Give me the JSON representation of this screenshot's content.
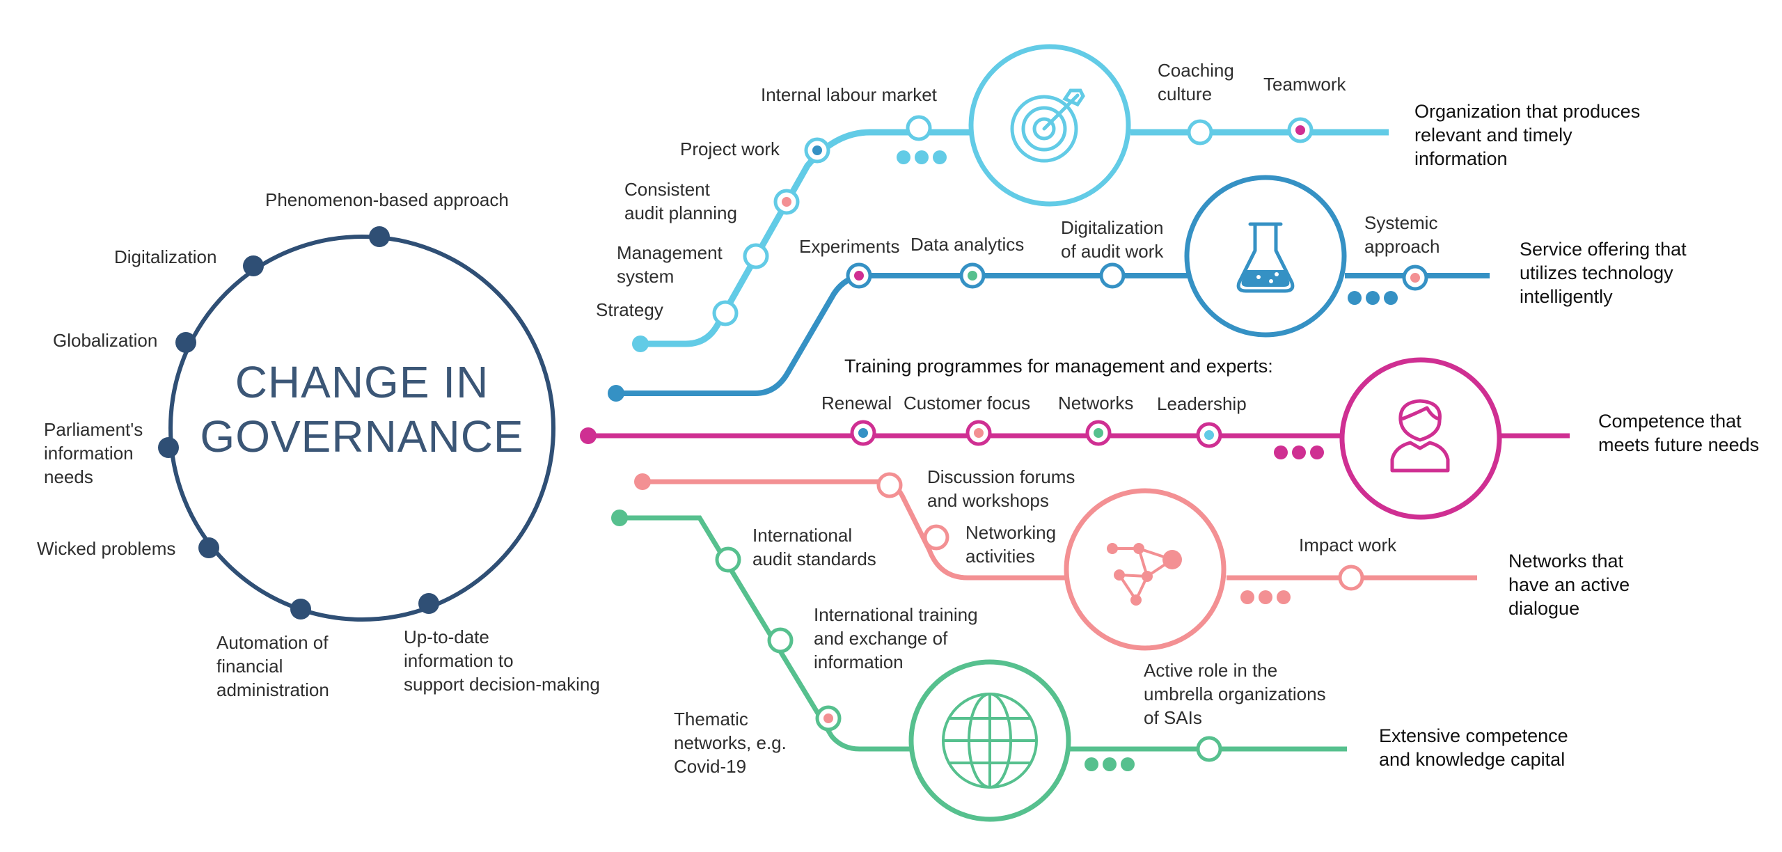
{
  "title": "CHANGE IN\nGOVERNANCE",
  "colors": {
    "navy": "#2f4f75",
    "light_blue": "#62cbe6",
    "blue": "#3591c4",
    "magenta": "#cf2f92",
    "pink": "#f39093",
    "green": "#56c08e"
  },
  "drivers": [
    "Phenomenon-based approach",
    "Digitalization",
    "Globalization",
    "Parliament's\ninformation\nneeds",
    "Wicked problems",
    "Automation of\nfinancial\nadministration",
    "Up-to-date\ninformation to\nsupport decision-making"
  ],
  "lines": {
    "organization": {
      "stops": [
        "Strategy",
        "Management\nsystem",
        "Consistent\naudit planning",
        "Project work",
        "Internal labour market",
        "Coaching\nculture",
        "Teamwork"
      ],
      "hub_icon": "target-icon",
      "outcome": "Organization that produces\nrelevant and timely\ninformation"
    },
    "service": {
      "stops": [
        "Experiments",
        "Data analytics",
        "Digitalization\nof audit work",
        "Systemic\napproach"
      ],
      "hub_icon": "flask-icon",
      "outcome": "Service offering that\nutilizes technology\nintelligently"
    },
    "competence": {
      "heading": "Training programmes for management and experts:",
      "stops": [
        "Renewal",
        "Customer focus",
        "Networks",
        "Leadership"
      ],
      "hub_icon": "person-icon",
      "outcome": "Competence that\nmeets future needs"
    },
    "networks": {
      "stops": [
        "Discussion forums\nand workshops",
        "Networking\nactivities",
        "Impact work"
      ],
      "hub_icon": "network-icon",
      "outcome": "Networks that\nhave an active\ndialogue"
    },
    "knowledge": {
      "stops": [
        "International\naudit standards",
        "International training\nand exchange of\ninformation",
        "Thematic\nnetworks, e.g.\nCovid-19",
        "Active role in the\numbrella organizations\nof SAIs"
      ],
      "hub_icon": "globe-icon",
      "outcome": "Extensive competence\nand knowledge capital"
    }
  }
}
